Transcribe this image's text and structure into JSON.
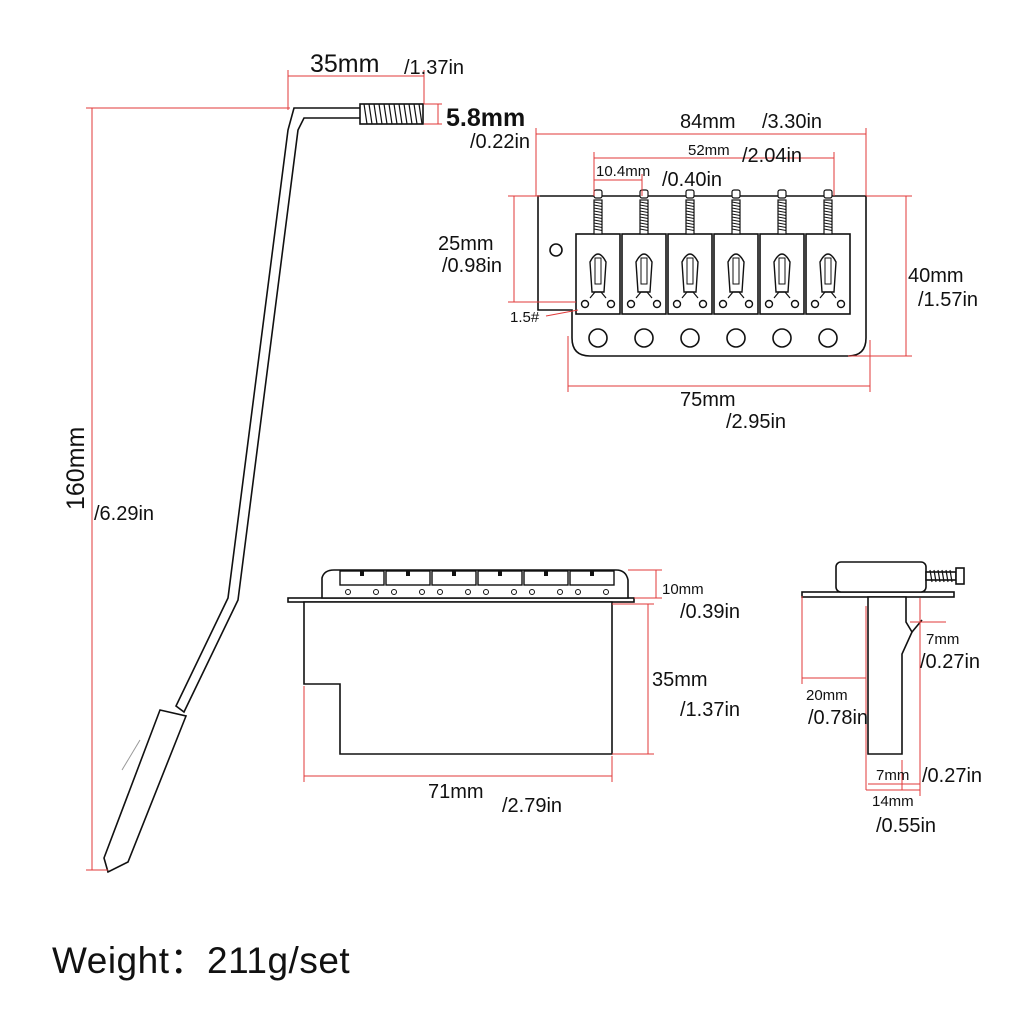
{
  "colors": {
    "dimension_line": "#e03a3a",
    "part_outline": "#111111",
    "saddle_fill": "#2a2a2a",
    "background": "#ffffff"
  },
  "arm": {
    "total_length_mm": "160mm",
    "total_length_in": "/6.29in",
    "bend_width_mm": "35mm",
    "bend_width_in": "/1.37in",
    "thread_dia_mm": "5.8mm",
    "thread_dia_in": "/0.22in"
  },
  "top_view": {
    "width_mm": "84mm",
    "width_in": "/3.30in",
    "outer_string_spacing_mm": "52mm",
    "outer_string_spacing_in": "/2.04in",
    "saddle_spacing_mm": "10.4mm",
    "saddle_spacing_in": "/0.40in",
    "saddle_block_height_mm": "25mm",
    "saddle_block_height_in": "/0.98in",
    "plate_depth_mm": "40mm",
    "plate_depth_in": "/1.57in",
    "base_width_mm": "75mm",
    "base_width_in": "/2.95in",
    "hex_key_label": "1.5#",
    "saddle_count": 6
  },
  "side_view": {
    "saddle_height_mm": "10mm",
    "saddle_height_in": "/0.39in",
    "block_height_mm": "35mm",
    "block_height_in": "/1.37in",
    "block_width_mm": "71mm",
    "block_width_in": "/2.79in"
  },
  "end_view": {
    "offset_mm": "7mm",
    "offset_in": "/0.27in",
    "length_mm": "20mm",
    "length_in": "/0.78in",
    "block_thickness_mm": "7mm",
    "block_thickness_in": "/0.27in",
    "total_thickness_mm": "14mm",
    "total_thickness_in": "/0.55in"
  },
  "weight_text": "Weight：211g/set"
}
